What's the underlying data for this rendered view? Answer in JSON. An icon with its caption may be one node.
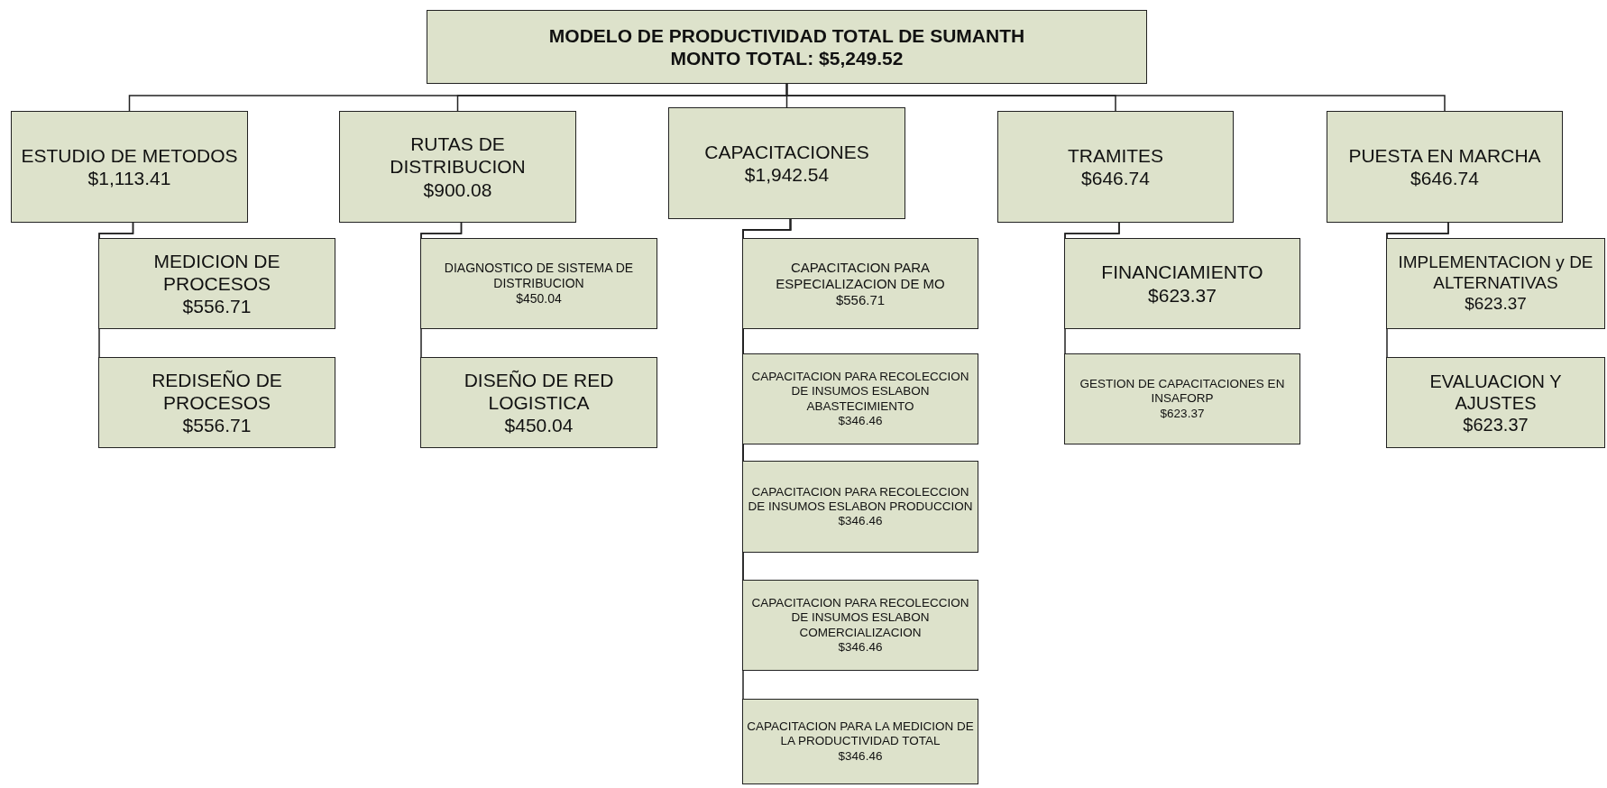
{
  "diagram": {
    "nodes": [
      {
        "text": [
          "MODELO DE PRODUCTIVIDAD TOTAL DE SUMANTH",
          "MONTO TOTAL: $5,249.52"
        ]
      },
      {
        "text": [
          "ESTUDIO DE METODOS",
          "$1,113.41"
        ]
      },
      {
        "text": [
          "RUTAS DE DISTRIBUCION",
          "$900.08"
        ]
      },
      {
        "text": [
          "CAPACITACIONES",
          "$1,942.54"
        ]
      },
      {
        "text": [
          "TRAMITES",
          "$646.74"
        ]
      },
      {
        "text": [
          "PUESTA EN MARCHA",
          "$646.74"
        ]
      },
      {
        "text": [
          "MEDICION DE PROCESOS",
          "$556.71"
        ]
      },
      {
        "text": [
          "REDISEÑO DE PROCESOS",
          "$556.71"
        ]
      },
      {
        "text": [
          "DIAGNOSTICO DE SISTEMA DE DISTRIBUCION",
          "$450.04"
        ]
      },
      {
        "text": [
          "DISEÑO DE RED LOGISTICA",
          "$450.04"
        ]
      },
      {
        "text": [
          "CAPACITACION PARA ESPECIALIZACION DE MO",
          "$556.71"
        ]
      },
      {
        "text": [
          "CAPACITACION PARA RECOLECCION DE INSUMOS ESLABON ABASTECIMIENTO",
          "$346.46"
        ]
      },
      {
        "text": [
          "CAPACITACION PARA RECOLECCION DE INSUMOS ESLABON PRODUCCION",
          "$346.46"
        ]
      },
      {
        "text": [
          "CAPACITACION PARA RECOLECCION DE INSUMOS ESLABON COMERCIALIZACION",
          "$346.46"
        ]
      },
      {
        "text": [
          "CAPACITACION PARA LA MEDICION DE LA PRODUCTIVIDAD TOTAL",
          "$346.46"
        ]
      },
      {
        "text": [
          "FINANCIAMIENTO",
          "$623.37"
        ]
      },
      {
        "text": [
          "GESTION DE CAPACITACIONES EN INSAFORP",
          "$623.37"
        ]
      },
      {
        "text": [
          "IMPLEMENTACION y DE ALTERNATIVAS",
          "$623.37"
        ]
      },
      {
        "text": [
          "EVALUACION Y AJUSTES",
          "$623.37"
        ]
      }
    ],
    "edges": [
      {
        "from": 0,
        "to": 1,
        "arrow": "none"
      },
      {
        "from": 0,
        "to": 2,
        "arrow": "none"
      },
      {
        "from": 0,
        "to": 3,
        "arrow": "none"
      },
      {
        "from": 0,
        "to": 4,
        "arrow": "none"
      },
      {
        "from": 0,
        "to": 5,
        "arrow": "none"
      },
      {
        "from": 1,
        "to": 6,
        "arrow": "none"
      },
      {
        "from": 1,
        "to": 7,
        "arrow": "none"
      },
      {
        "from": 2,
        "to": 8,
        "arrow": "none"
      },
      {
        "from": 2,
        "to": 9,
        "arrow": "none"
      },
      {
        "from": 3,
        "to": 10,
        "arrow": "none"
      },
      {
        "from": 3,
        "to": 11,
        "arrow": "none"
      },
      {
        "from": 3,
        "to": 12,
        "arrow": "none"
      },
      {
        "from": 3,
        "to": 13,
        "arrow": "none"
      },
      {
        "from": 3,
        "to": 14,
        "arrow": "none"
      },
      {
        "from": 4,
        "to": 15,
        "arrow": "none"
      },
      {
        "from": 4,
        "to": 16,
        "arrow": "none"
      },
      {
        "from": 5,
        "to": 17,
        "arrow": "none"
      },
      {
        "from": 5,
        "to": 18,
        "arrow": "none"
      }
    ]
  }
}
